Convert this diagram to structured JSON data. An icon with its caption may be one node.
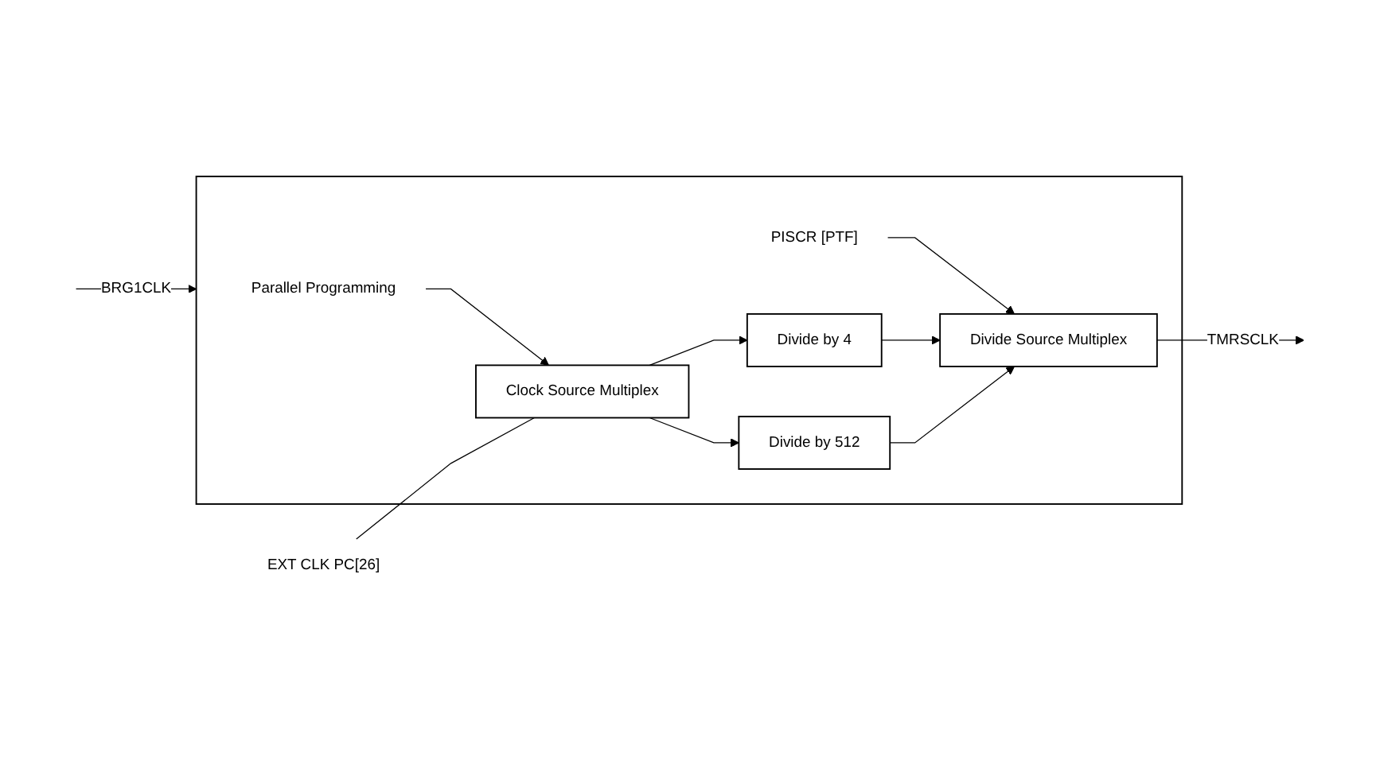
{
  "diagram": {
    "nodes": [
      {
        "text": [],
        "shape": "box"
      },
      {
        "text": [
          "Parallel Programming"
        ],
        "in": 0
      },
      {
        "text": [
          "PISCR [PTF]"
        ],
        "in": 0
      },
      {
        "text": [
          "Clock Source Multiplex"
        ],
        "in": 0
      },
      {
        "text": [
          "Divide by 4"
        ],
        "in": 0
      },
      {
        "text": [
          "Divide by 512"
        ],
        "in": 0
      },
      {
        "text": [
          "Divide Source Multiplex"
        ],
        "in": 0
      },
      {
        "text": [
          "EXT CLK PC[26]"
        ]
      }
    ],
    "edges": [
      {
        "from": 1,
        "to": 3,
        "arrow": "to"
      },
      {
        "from": 2,
        "to": 6,
        "arrow": "to"
      },
      {
        "from": null,
        "to": 0,
        "arrow": "to",
        "label": "BRG1CLK"
      },
      {
        "from": 7,
        "to": 3,
        "arrow": "none"
      },
      {
        "from": 3,
        "to": 4,
        "arrow": "to"
      },
      {
        "from": 3,
        "to": 5,
        "arrow": "to"
      },
      {
        "from": 4,
        "to": 6,
        "arrow": "to"
      },
      {
        "from": 5,
        "to": 6,
        "arrow": "to"
      },
      {
        "from": 6,
        "to": null,
        "arrow": "to",
        "label": "TMRSCLK"
      }
    ]
  }
}
